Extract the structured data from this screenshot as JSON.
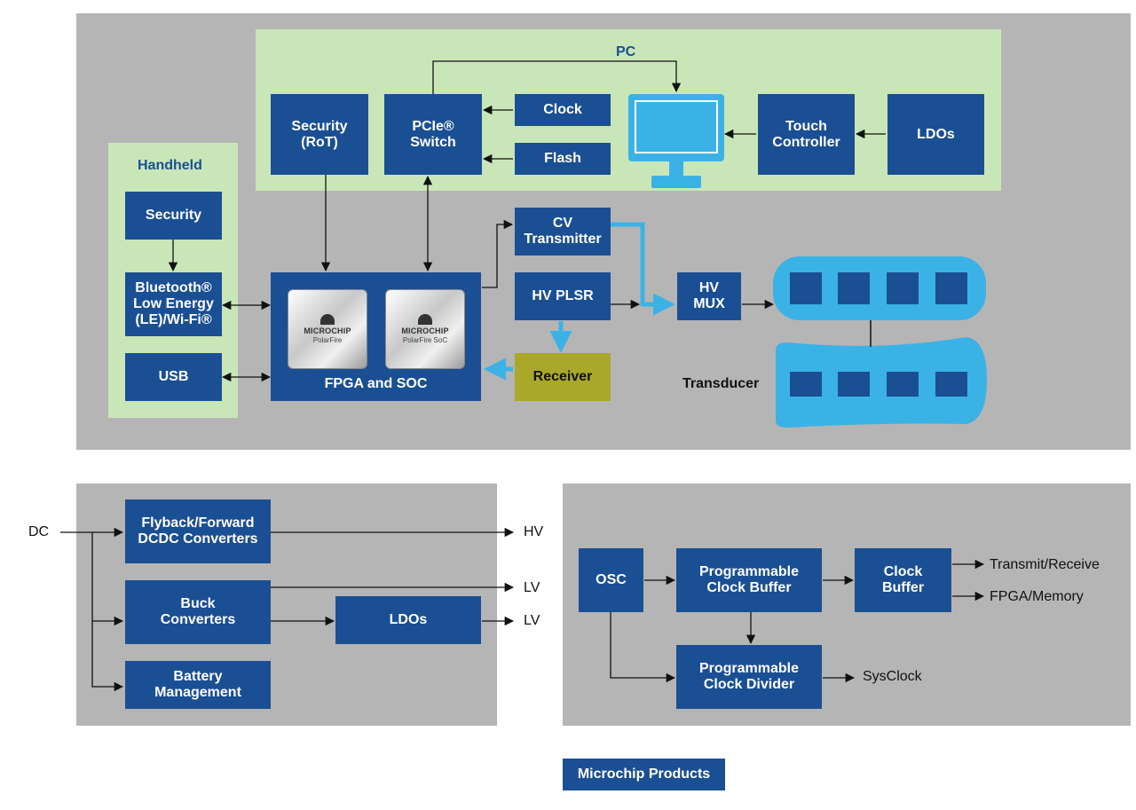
{
  "colors": {
    "block": "#1b4f93",
    "panel": "#b5b5b5",
    "pc_area": "#c9e6b8",
    "handheld_area": "#c9e6b8",
    "accent": "#3bb2e6",
    "receiver": "#a9a82a"
  },
  "groups": {
    "pc": "PC",
    "handheld": "Handheld"
  },
  "blocks": {
    "security_rot": "Security\n(RoT)",
    "pcie_switch": "PCIe® Switch",
    "clock": "Clock",
    "flash": "Flash",
    "touch_controller": "Touch\nController",
    "ldos_pc": "LDOs",
    "security_handheld": "Security",
    "bluetooth": "Bluetooth®\nLow Energy\n(LE)/Wi-Fi®",
    "usb": "USB",
    "fpga_soc": "FPGA and SOC",
    "cv_transmitter": "CV\nTransmitter",
    "hv_plsr": "HV PLSR",
    "receiver": "Receiver",
    "hv_mux": "HV\nMUX",
    "flyback": "Flyback/Forward\nDCDC Converters",
    "buck": "Buck\nConverters",
    "ldos_power": "LDOs",
    "battery": "Battery\nManagement",
    "osc": "OSC",
    "prog_clock_buffer": "Programmable\nClock Buffer",
    "clock_buffer": "Clock\nBuffer",
    "prog_clock_divider": "Programmable\nClock Divider"
  },
  "chips": [
    {
      "brand": "MICROCHIP",
      "product": "PolarFire"
    },
    {
      "brand": "MICROCHIP",
      "product": "PolarFire SoC"
    }
  ],
  "labels": {
    "transducer": "Transducer",
    "dc": "DC",
    "hv": "HV",
    "lv1": "LV",
    "lv2": "LV",
    "transmit_receive": "Transmit/Receive",
    "fpga_memory": "FPGA/Memory",
    "sysclock": "SysClock"
  },
  "icons": {
    "monitor": "monitor-icon",
    "transducer": "transducer-icon",
    "chip": "fpga-chip-icon"
  },
  "legend": "Microchip Products"
}
